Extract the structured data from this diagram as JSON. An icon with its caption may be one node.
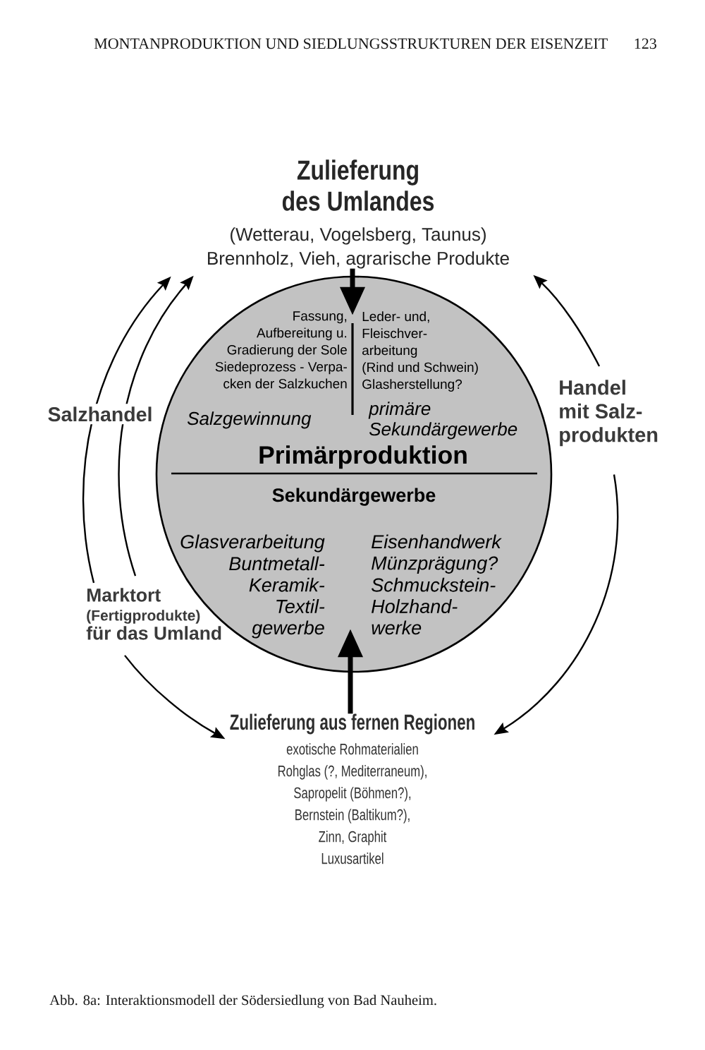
{
  "diagram": {
    "caption": "Abb. 8a: Interaktionsmodell der Södersiedlung von Bad Nauheim.",
    "nodes": [
      {
        "text": [
          "Zulieferung des Umlandes",
          "(Wetterau, Vogelsberg, Taunus) Brennholz, Vieh, agrarische Produkte"
        ]
      },
      {
        "text": [
          "Fassung, Aufbereitung u. Gradierung der Sole Siedeprozess - Verpa- cken der Salzkuchen",
          "Leder- und, Fleischver- arbeitung (Rind und Schwein) Glasherstellung?",
          "Salzgewinnung",
          "primäre Sekundärgewerbe",
          "Primärproduktion",
          "Sekundärgewerbe",
          "Glasverarbeitung",
          "Buntmetall- Keramik- Textil- gewerbe",
          "Eisenhandwerk",
          "Münzprägung?",
          "Schmuckstein- Holzhand- werke"
        ]
      },
      {
        "text": [
          "Handel mit Salz- produkten"
        ]
      },
      {
        "text": [
          "Marktort (Fertigprodukte) für das Umland"
        ]
      },
      {
        "text": [
          "Zulieferung aus fernen Regionen",
          "exotische Rohmaterialien Rohglas (?, Mediterraneum), Sapropelit (Böhmen?), Bernstein (Baltikum?), Zinn, Graphit Luxusartikel"
        ]
      }
    ],
    "edges": [
      {
        "from": 0,
        "to": 1,
        "arrow": "to",
        "style": "thick"
      },
      {
        "from": 4,
        "to": 1,
        "arrow": "to",
        "style": "thick"
      },
      {
        "from": 3,
        "to": 0,
        "arrow": "to",
        "label": "Salzhandel"
      },
      {
        "from": 3,
        "to": 0,
        "arrow": "to"
      },
      {
        "from": 3,
        "to": 4,
        "arrow": "to"
      },
      {
        "from": 2,
        "to": 0,
        "arrow": "to"
      },
      {
        "from": 2,
        "to": 4,
        "arrow": "to"
      }
    ],
    "labels": [
      "MONTANPRODUKTION UND SIEDLUNGSSTRUKTUREN DER EISENZEIT",
      "123"
    ]
  }
}
